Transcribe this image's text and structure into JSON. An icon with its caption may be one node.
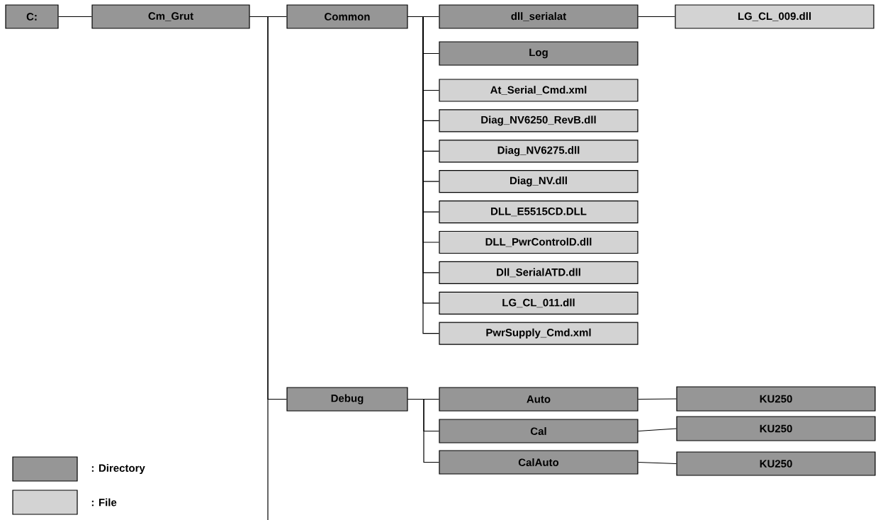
{
  "diagram": {
    "nodes": [
      {
        "text": [
          "C:"
        ]
      },
      {
        "text": [
          "Cm_Grut"
        ]
      },
      {
        "text": [
          "Common"
        ]
      },
      {
        "text": [
          "dll_serialat"
        ]
      },
      {
        "text": [
          "LG_CL_009.dll"
        ]
      },
      {
        "text": [
          "Log"
        ]
      },
      {
        "text": [
          "At_Serial_Cmd.xml"
        ]
      },
      {
        "text": [
          "Diag_NV6250_RevB.dll"
        ]
      },
      {
        "text": [
          "Diag_NV6275.dll"
        ]
      },
      {
        "text": [
          "Diag_NV.dll"
        ]
      },
      {
        "text": [
          "DLL_E5515CD.DLL"
        ]
      },
      {
        "text": [
          "DLL_PwrControlD.dll"
        ]
      },
      {
        "text": [
          "Dll_SerialATD.dll"
        ]
      },
      {
        "text": [
          "LG_CL_011.dll"
        ]
      },
      {
        "text": [
          "PwrSupply_Cmd.xml"
        ]
      },
      {
        "text": [
          "Debug"
        ]
      },
      {
        "text": [
          "Auto"
        ]
      },
      {
        "text": [
          "KU250"
        ]
      },
      {
        "text": [
          "Cal"
        ]
      },
      {
        "text": [
          "KU250"
        ]
      },
      {
        "text": [
          "CalAuto"
        ]
      },
      {
        "text": [
          "KU250"
        ]
      }
    ],
    "edges": [
      {
        "from": 0,
        "to": 1,
        "arrow": "none"
      },
      {
        "from": 1,
        "to": 2,
        "arrow": "none"
      },
      {
        "from": 1,
        "to": 15,
        "arrow": "none"
      },
      {
        "from": 1,
        "to": null,
        "arrow": "none"
      },
      {
        "from": 2,
        "to": 3,
        "arrow": "none"
      },
      {
        "from": 3,
        "to": 4,
        "arrow": "none"
      },
      {
        "from": 2,
        "to": 5,
        "arrow": "none"
      },
      {
        "from": 2,
        "to": 6,
        "arrow": "none"
      },
      {
        "from": 2,
        "to": 7,
        "arrow": "none"
      },
      {
        "from": 2,
        "to": 8,
        "arrow": "none"
      },
      {
        "from": 2,
        "to": 9,
        "arrow": "none"
      },
      {
        "from": 2,
        "to": 10,
        "arrow": "none"
      },
      {
        "from": 2,
        "to": 11,
        "arrow": "none"
      },
      {
        "from": 2,
        "to": 12,
        "arrow": "none"
      },
      {
        "from": 2,
        "to": 13,
        "arrow": "none"
      },
      {
        "from": 2,
        "to": 14,
        "arrow": "none"
      },
      {
        "from": 15,
        "to": 16,
        "arrow": "none"
      },
      {
        "from": 15,
        "to": 18,
        "arrow": "none"
      },
      {
        "from": 15,
        "to": 20,
        "arrow": "none"
      },
      {
        "from": 16,
        "to": 17,
        "arrow": "none"
      },
      {
        "from": 18,
        "to": 19,
        "arrow": "none"
      },
      {
        "from": 20,
        "to": 21,
        "arrow": "none"
      }
    ],
    "legend": [
      {
        "text": ": Directory",
        "color": "#969696"
      },
      {
        "text": ": File",
        "color": "#d3d3d3"
      }
    ]
  }
}
